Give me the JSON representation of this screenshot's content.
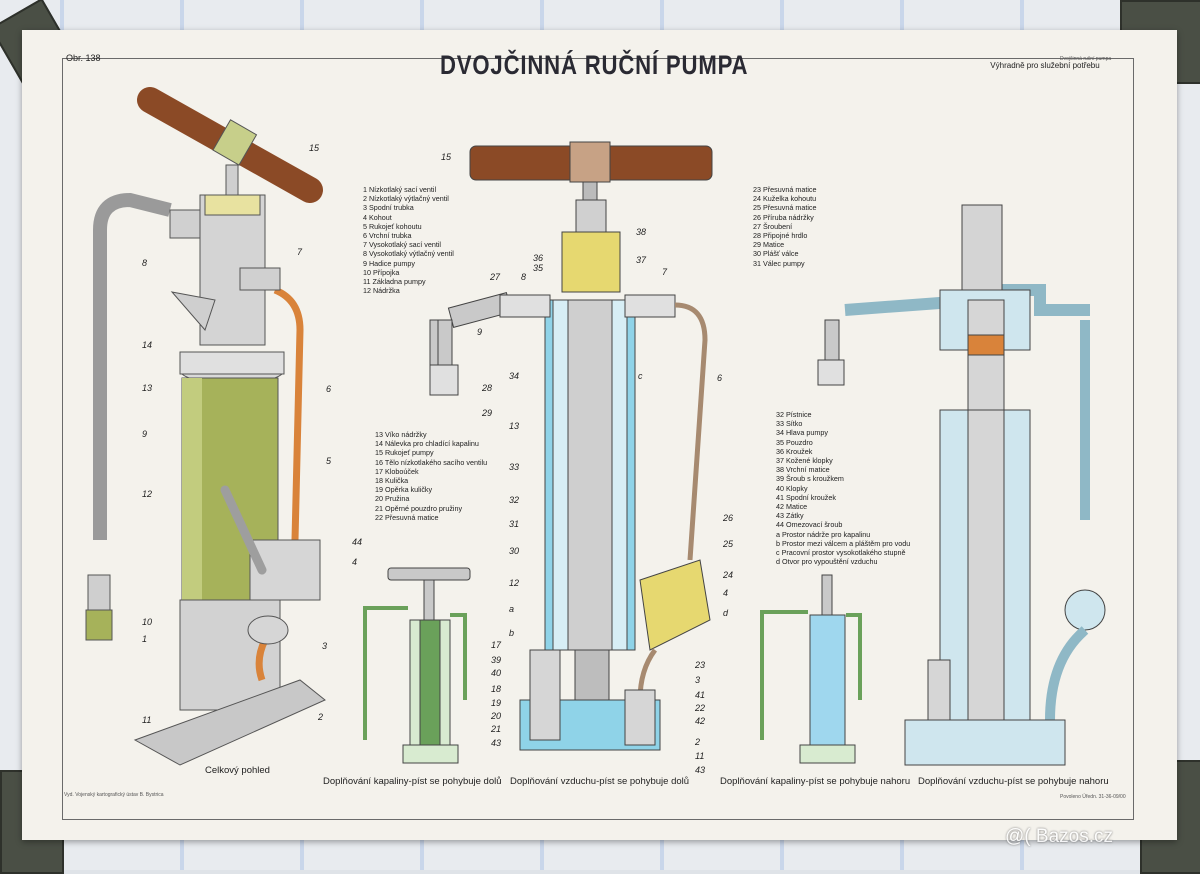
{
  "poster": {
    "title": "DVOJČINNÁ RUČNÍ PUMPA",
    "figure_no": "Obr. 138",
    "reserved_note": "Výhradně pro služební potřebu",
    "top_right_tiny": "Dvojčinná ruční pumpa",
    "bottom_left_tiny": "Vyd. Vojenský kartografický ústav B. Bystrica",
    "bottom_right_tiny": "Povoleno Úředn. 31-36-09/00"
  },
  "legends": {
    "a": [
      "1 Nízkotlaký sací ventil",
      "2 Nízkotlaký výtlačný ventil",
      "3 Spodní trubka",
      "4 Kohout",
      "5 Rukojeť kohoutu",
      "6 Vrchní trubka",
      "7 Vysokotlaký sací ventil",
      "8 Vysokotlaký výtlačný ventil",
      "9 Hadice pumpy",
      "10 Přípojka",
      "11 Základna pumpy",
      "12 Nádržka"
    ],
    "b": [
      "13 Víko nádržky",
      "14 Nálevka pro chladící kapalinu",
      "15 Rukojeť pumpy",
      "16 Tělo nízkotlakého sacího ventilu",
      "17 Kloboúček",
      "18 Kulička",
      "19 Opěrka kuličky",
      "20 Pružina",
      "21 Opěrné pouzdro pružiny",
      "22 Přesuvná matice"
    ],
    "c": [
      "23 Přesuvná matice",
      "24 Kuželka kohoutu",
      "25 Přesuvná matice",
      "26 Příruba nádržky",
      "27 Šroubení",
      "28 Připojné hrdlo",
      "29 Matice",
      "30 Plášť válce",
      "31 Válec pumpy"
    ],
    "d": [
      "32 Pístnice",
      "33 Sítko",
      "34 Hlava pumpy",
      "35 Pouzdro",
      "36 Kroužek",
      "37 Kožené klopky",
      "38 Vrchní matice",
      "39 Šroub s kroužkem",
      "40 Klopky",
      "41 Spodní kroužek",
      "42 Matice",
      "43 Zátky",
      "44 Omezovací šroub",
      "a Prostor nádrže pro kapalinu",
      "b Prostor mezi válcem a pláštěm pro vodu",
      "c Pracovní prostor vysokotlakého stupně",
      "d Otvor pro vypouštění vzduchu"
    ]
  },
  "captions": {
    "overall": "Celkový pohled",
    "fill_liquid_down": "Doplňování kapaliny-píst se pohybuje dolů",
    "fill_air_down": "Doplňování vzduchu-píst se pohybuje dolů",
    "fill_liquid_up": "Doplňování kapaliny-píst se pohybuje nahoru",
    "fill_air_up": "Doplňování vzduchu-píst se pohybuje nahoru"
  },
  "callouts": {
    "left": [
      "15",
      "8",
      "7",
      "14",
      "13",
      "6",
      "9",
      "5",
      "12",
      "44",
      "4",
      "10",
      "1",
      "3",
      "11",
      "2"
    ],
    "center": [
      "15",
      "38",
      "36",
      "35",
      "27",
      "8",
      "37",
      "7",
      "9",
      "28",
      "29",
      "34",
      "c",
      "6",
      "13",
      "33",
      "32",
      "31",
      "30",
      "12",
      "a",
      "b",
      "26",
      "25",
      "24",
      "4",
      "d",
      "17",
      "39",
      "40",
      "18",
      "19",
      "20",
      "21",
      "43",
      "23",
      "3",
      "41",
      "22",
      "42",
      "2",
      "11",
      "43"
    ]
  },
  "watermark": "@( Bazos.cz",
  "colors": {
    "handle": "#8b4a26",
    "tank": "#a6b25a",
    "copper": "#d9833a",
    "water": "#8fd3e8",
    "brass": "#e6d870",
    "steel": "#c9c9c9"
  }
}
